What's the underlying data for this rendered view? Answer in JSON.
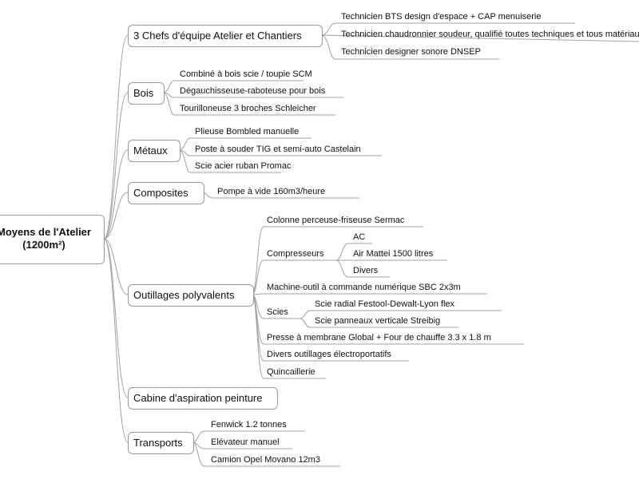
{
  "root": {
    "line1": "Moyens de l'Atelier",
    "line2": "(1200m²)"
  },
  "branches": [
    {
      "label": "3 Chefs d'équipe Atelier et Chantiers",
      "children": [
        "Technicien BTS design d'espace + CAP menuiserie",
        "Technicien chaudronnier soudeur, qualifié toutes techniques et tous matériaux",
        "Technicien designer sonore DNSEP"
      ]
    },
    {
      "label": "Bois",
      "children": [
        "Combiné à bois scie / toupie SCM",
        "Dégauchisseuse-raboteuse pour bois",
        "Tourilloneuse 3 broches Schleicher"
      ]
    },
    {
      "label": "Métaux",
      "children": [
        "Plieuse Bombled manuelle",
        "Poste à souder TIG et semi-auto Castelain",
        "Scie acier ruban Promac"
      ]
    },
    {
      "label": "Composites",
      "children": [
        "Pompe à vide 160m3/heure"
      ]
    },
    {
      "label": "Outillages polyvalents",
      "children": [
        "Colonne perceuse-friseuse Sermac",
        "Compresseurs",
        "Machine-outil à commande numérique SBC 2x3m",
        "Scies",
        "Presse à membrane Global  + Four de chauffe 3.3 x 1.8 m",
        "Divers outillages électroportatifs",
        "Quincaillerie"
      ],
      "compresseurs": [
        "AC",
        "Air Mattei 1500 litres",
        "Divers"
      ],
      "scies": [
        "Scie radial Festool-Dewalt-Lyon flex",
        "Scie panneaux verticale Streibig"
      ]
    },
    {
      "label": "Cabine d'aspiration peinture",
      "children": []
    },
    {
      "label": "Transports",
      "children": [
        "Fenwick 1.2 tonnes",
        "Elévateur manuel",
        "Camion Opel Movano 12m3"
      ]
    }
  ]
}
